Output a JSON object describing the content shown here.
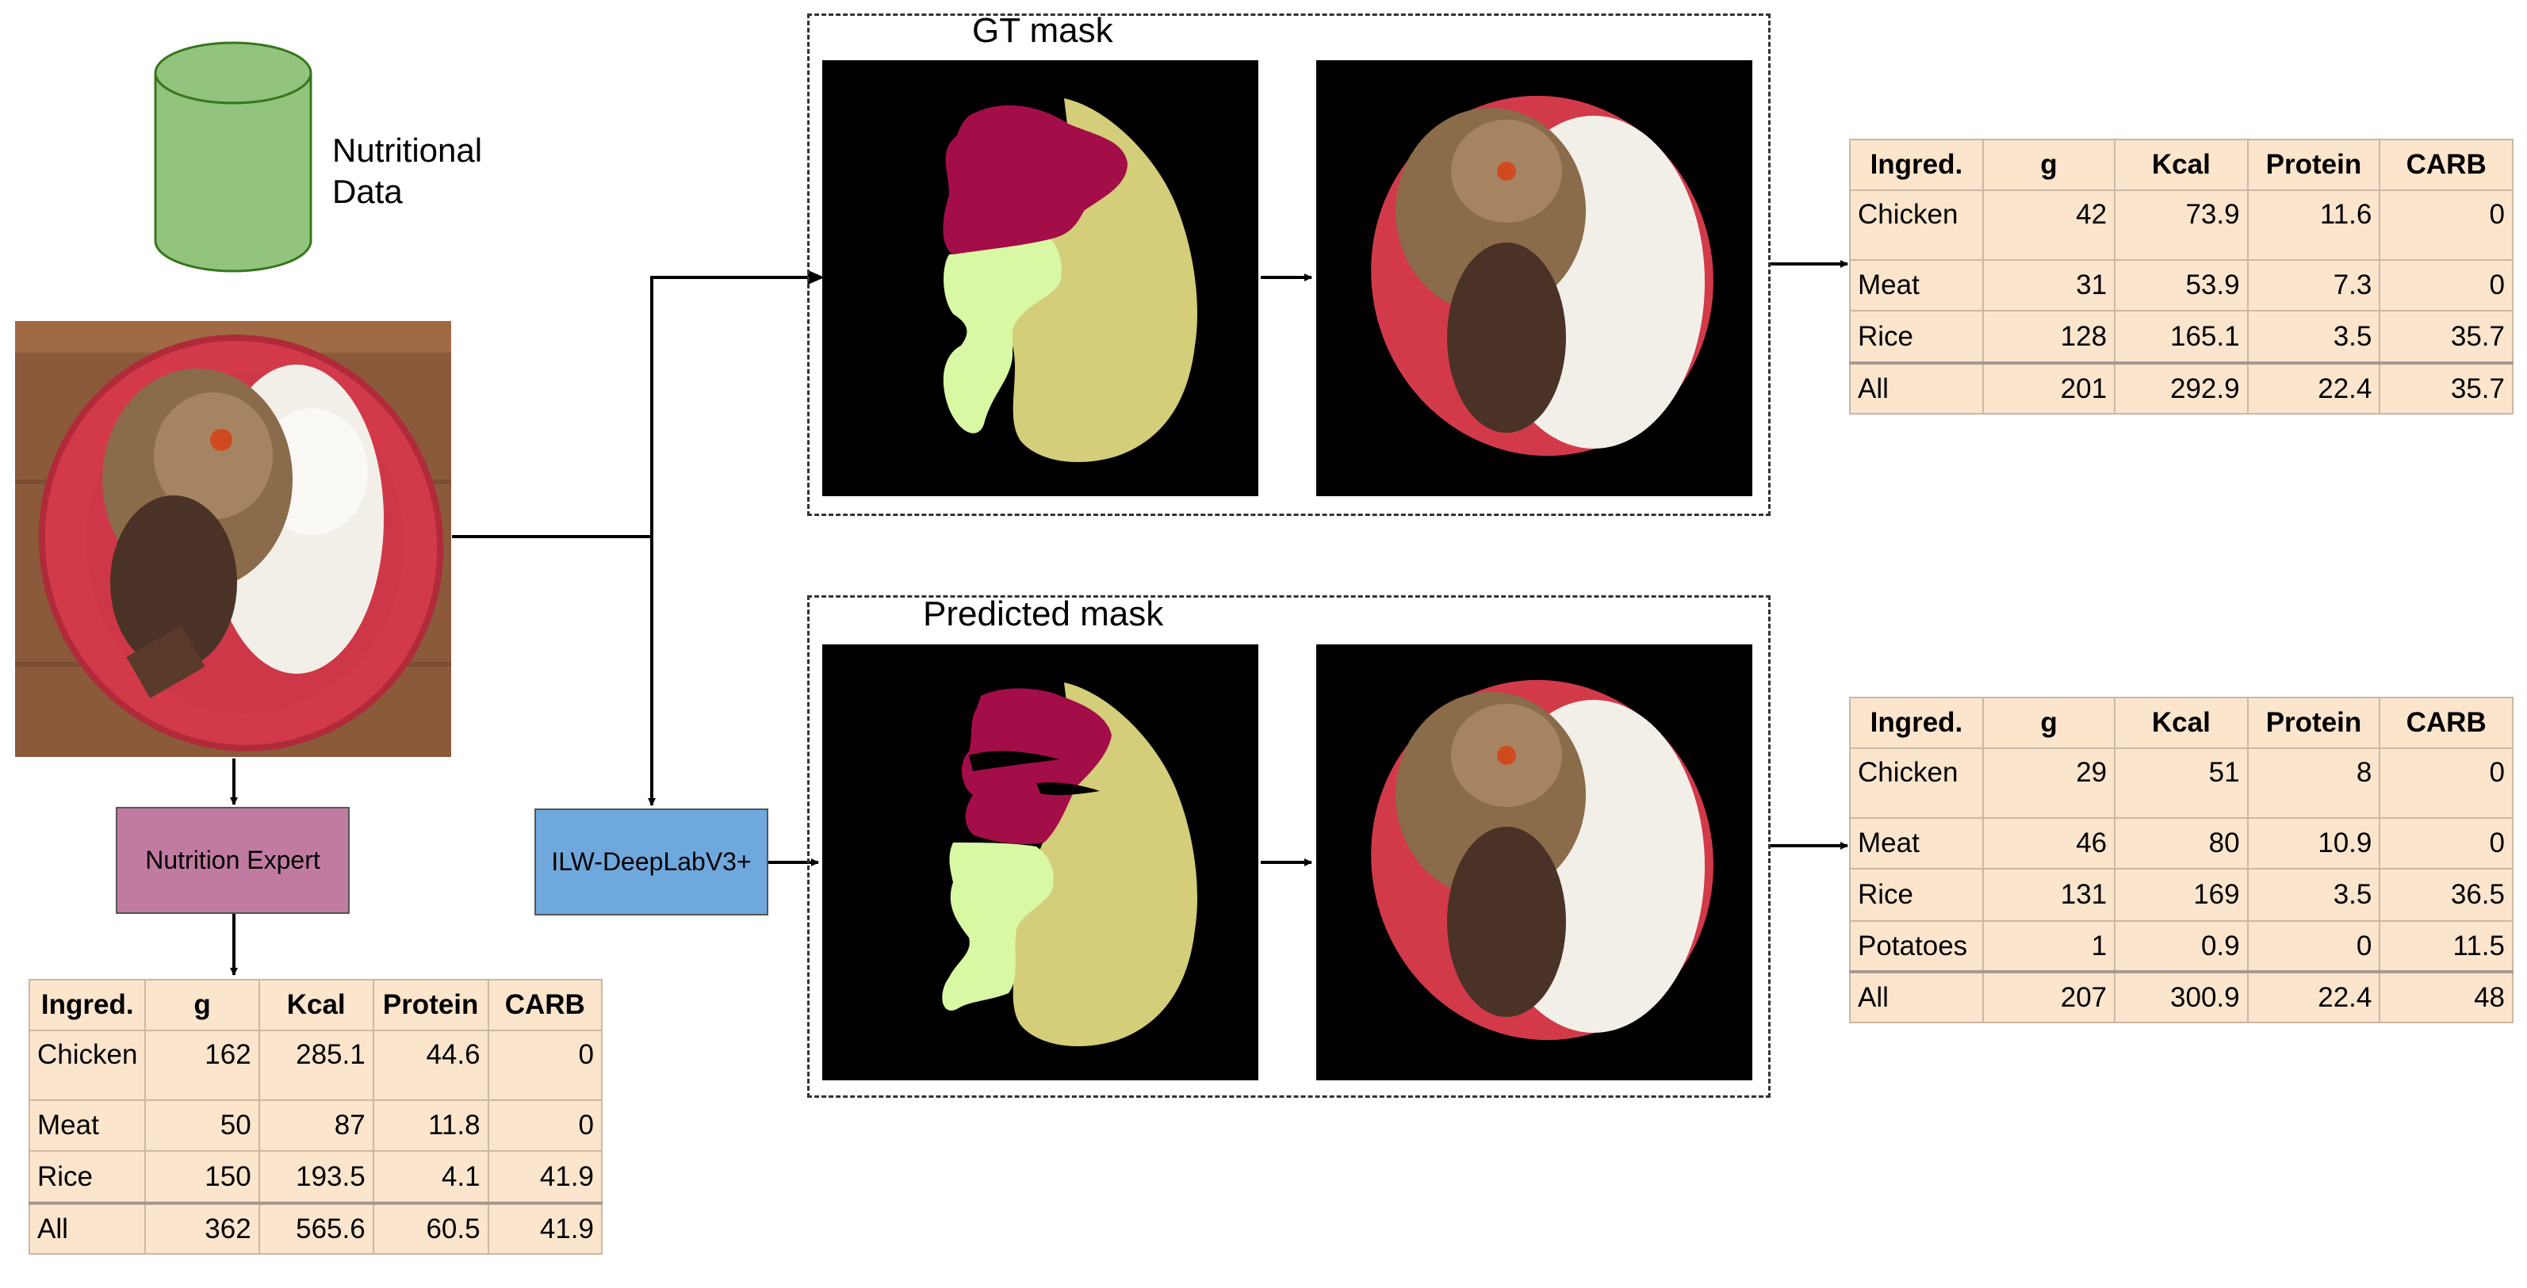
{
  "database": {
    "label_line1": "Nutritional",
    "label_line2": "Data",
    "icon": "database-cylinder-icon",
    "color": "#93c47d"
  },
  "nutrition_expert": {
    "label": "Nutrition Expert",
    "color": "#c27ba0"
  },
  "model": {
    "label": "ILW-DeepLabV3+",
    "color": "#6fa8dc"
  },
  "gt_panel": {
    "title": "GT mask"
  },
  "pred_panel": {
    "title": "Predicted mask"
  },
  "mask_colors": {
    "chicken": "#a30d48",
    "meat": "#d4cd79",
    "rice": "#d8f8a3"
  },
  "table_color": "#fce5cd",
  "tables": {
    "expert": {
      "headers": [
        "Ingred.",
        "g",
        "Kcal",
        "Protein",
        "CARB"
      ],
      "rows": [
        [
          "Chicken",
          "162",
          "285.1",
          "44.6",
          "0"
        ],
        [
          "Meat",
          "50",
          "87",
          "11.8",
          "0"
        ],
        [
          "Rice",
          "150",
          "193.5",
          "4.1",
          "41.9"
        ]
      ],
      "total": [
        "All",
        "362",
        "565.6",
        "60.5",
        "41.9"
      ]
    },
    "gt": {
      "headers": [
        "Ingred.",
        "g",
        "Kcal",
        "Protein",
        "CARB"
      ],
      "rows": [
        [
          "Chicken",
          "42",
          "73.9",
          "11.6",
          "0"
        ],
        [
          "Meat",
          "31",
          "53.9",
          "7.3",
          "0"
        ],
        [
          "Rice",
          "128",
          "165.1",
          "3.5",
          "35.7"
        ]
      ],
      "total": [
        "All",
        "201",
        "292.9",
        "22.4",
        "35.7"
      ]
    },
    "pred": {
      "headers": [
        "Ingred.",
        "g",
        "Kcal",
        "Protein",
        "CARB"
      ],
      "rows": [
        [
          "Chicken",
          "29",
          "51",
          "8",
          "0"
        ],
        [
          "Meat",
          "46",
          "80",
          "10.9",
          "0"
        ],
        [
          "Rice",
          "131",
          "169",
          "3.5",
          "36.5"
        ],
        [
          "Potatoes",
          "1",
          "0.9",
          "0",
          "11.5"
        ]
      ],
      "total": [
        "All",
        "207",
        "300.9",
        "22.4",
        "48"
      ]
    }
  }
}
